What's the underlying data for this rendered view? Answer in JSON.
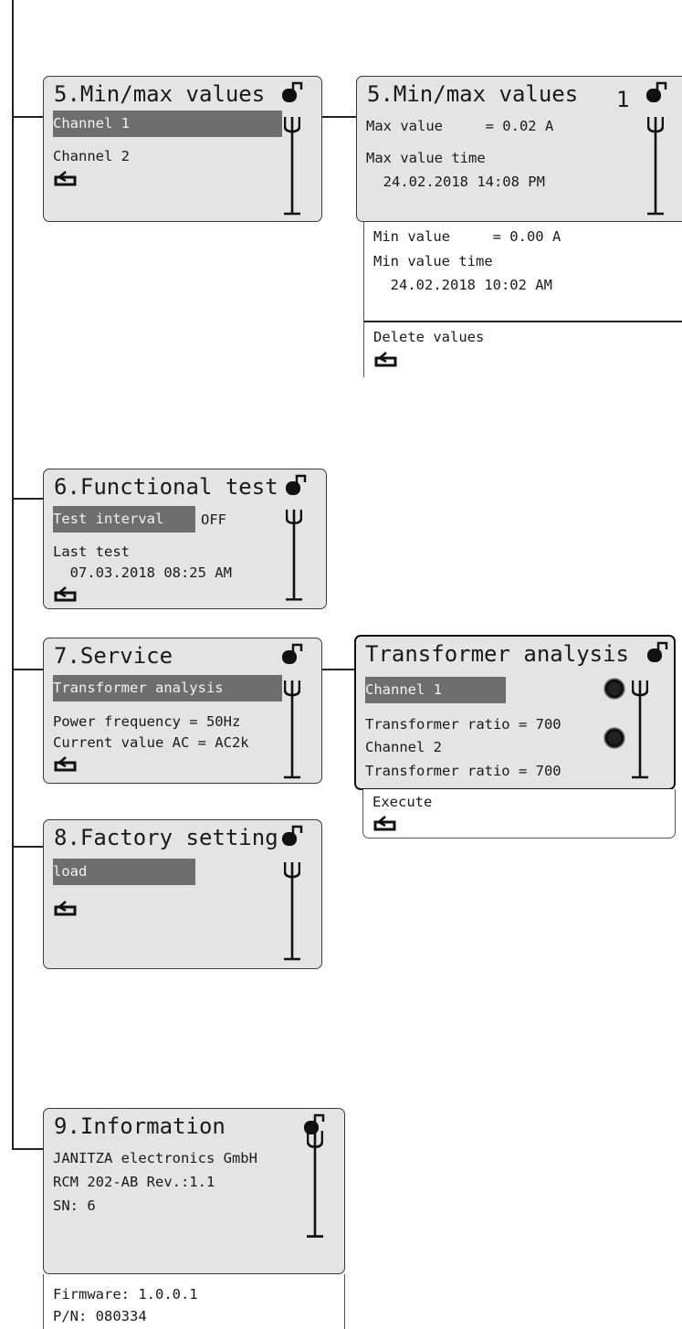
{
  "menu5": {
    "title": "5.Min/max values",
    "items": [
      "Channel 1",
      "Channel 2"
    ]
  },
  "menu5_detail": {
    "title": "5.Min/max values",
    "channel": "1",
    "max_value": "Max value     = 0.02 A",
    "max_time_label": "Max value time",
    "max_time": "  24.02.2018 14:08 PM",
    "min_value": "Min value     = 0.00 A",
    "min_time_label": "Min value time",
    "min_time": "  24.02.2018 10:02 AM",
    "delete": "Delete values"
  },
  "menu6": {
    "title": "6.Functional test",
    "test_interval": "Test interval",
    "test_interval_value": "OFF",
    "last_test_label": "Last test",
    "last_test_value": "  07.03.2018 08:25 AM"
  },
  "menu7": {
    "title": "7.Service",
    "items": [
      "Transformer analysis",
      "Power frequency = 50Hz",
      "Current value AC = AC2k"
    ]
  },
  "transformer": {
    "title": "Transformer analysis",
    "channel1": "Channel 1",
    "ratio1": "Transformer ratio = 700",
    "channel2": "Channel 2",
    "ratio2": "Transformer ratio = 700",
    "execute": "Execute"
  },
  "menu8": {
    "title": "8.Factory setting",
    "items": [
      "load"
    ]
  },
  "menu9": {
    "title": "9.Information",
    "lines": [
      "JANITZA electronics GmbH",
      "RCM 202-AB Rev.:1.1",
      "SN: 6"
    ],
    "firmware": "Firmware: 1.0.0.1",
    "pn": "P/N: 080334"
  },
  "icons": {
    "lock": "lock-open-icon",
    "back": "return-arrow-icon",
    "probe": "sensor-probe-icon",
    "knob": "rotary-knob-icon"
  }
}
